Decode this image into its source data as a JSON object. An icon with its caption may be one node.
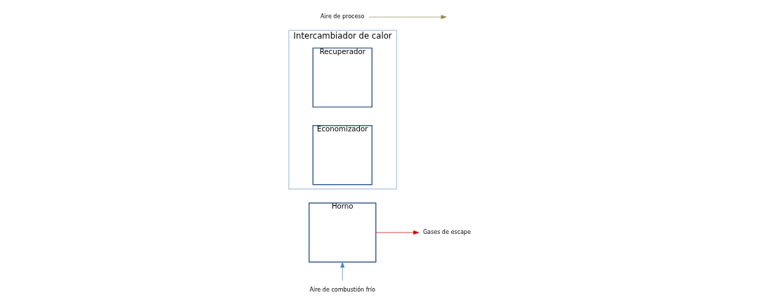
{
  "diagram": {
    "nodes": [
      {
        "text": [
          "Horno"
        ]
      },
      {
        "text": [
          "Intercambiador de calor"
        ]
      },
      {
        "text": [
          "Recuperador"
        ],
        "in": 1
      },
      {
        "text": [
          "Economizador"
        ],
        "in": 1
      },
      {
        "text": [
          "Gases de escape"
        ]
      },
      {
        "text": [
          "Aire de proceso"
        ]
      },
      {
        "text": [
          "Aire de combustión frío"
        ]
      }
    ],
    "edges": [
      {
        "from": 0,
        "to": 4,
        "arrow": "to",
        "color": "#c00000"
      },
      {
        "from": 5,
        "to": null,
        "arrow": "to",
        "color": "#948a54"
      },
      {
        "from": 6,
        "to": 0,
        "arrow": "to",
        "color": "#4f81bd"
      }
    ]
  }
}
